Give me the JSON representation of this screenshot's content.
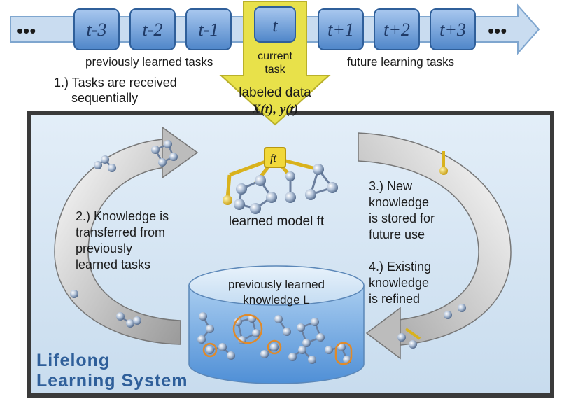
{
  "timeline": {
    "ellipsis_left": "•••",
    "ellipsis_right": "•••",
    "tasks": [
      "t-3",
      "t-2",
      "t-1",
      "t",
      "t+1",
      "t+2",
      "t+3"
    ],
    "previous_label": "previously learned tasks",
    "future_label": "future learning tasks"
  },
  "current_task": {
    "line1": "current",
    "line2": "task"
  },
  "labeled_data": {
    "line1": "labeled data",
    "formula": "X(t), y(t)"
  },
  "steps": {
    "s1": [
      "1.) Tasks are received",
      "sequentially"
    ],
    "s2": [
      "2.) Knowledge is",
      "transferred from",
      "previously",
      "learned tasks"
    ],
    "s3": [
      "3.) New",
      "knowledge",
      "is stored for",
      "future use"
    ],
    "s4": [
      "4.) Existing",
      "knowledge",
      "is refined"
    ]
  },
  "model": {
    "node_label": "ft",
    "caption": "learned model ft"
  },
  "knowledge_base": {
    "line1": "previously learned",
    "line2": "knowledge L"
  },
  "system": {
    "line1": "Lifelong",
    "line2": "Learning System"
  },
  "colors": {
    "task_box": "#6f9fd8",
    "task_box_dark": "#2f5f9a",
    "timeline_arrow": "#c9dcf0",
    "yellow_arrow": "#e8e14a",
    "system_bg": "#d7e6f3",
    "gold": "#d9b21c",
    "cylinder": "#6fa6dc"
  }
}
